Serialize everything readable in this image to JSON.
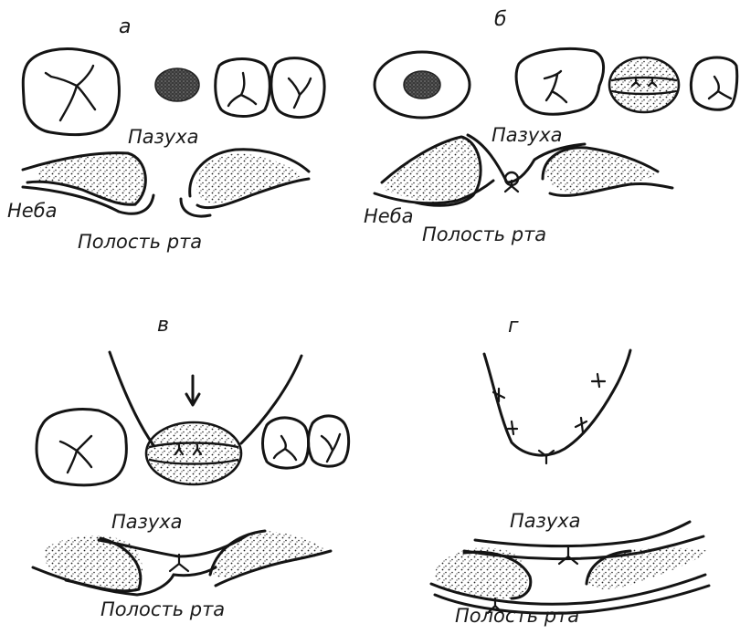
{
  "panels": [
    {
      "letter": "а",
      "sinus": "Пазуха",
      "palate": "Неба",
      "mouth": "Полость рта"
    },
    {
      "letter": "б",
      "sinus": "Пазуха",
      "palate": "Неба",
      "mouth": "Полость рта"
    },
    {
      "letter": "в",
      "sinus": "Пазуха",
      "mouth": "Полость рта"
    },
    {
      "letter": "г",
      "sinus": "Пазуха",
      "mouth": "Полость рта"
    }
  ],
  "colors": {
    "ink": "#141414",
    "paper": "#ffffff"
  }
}
